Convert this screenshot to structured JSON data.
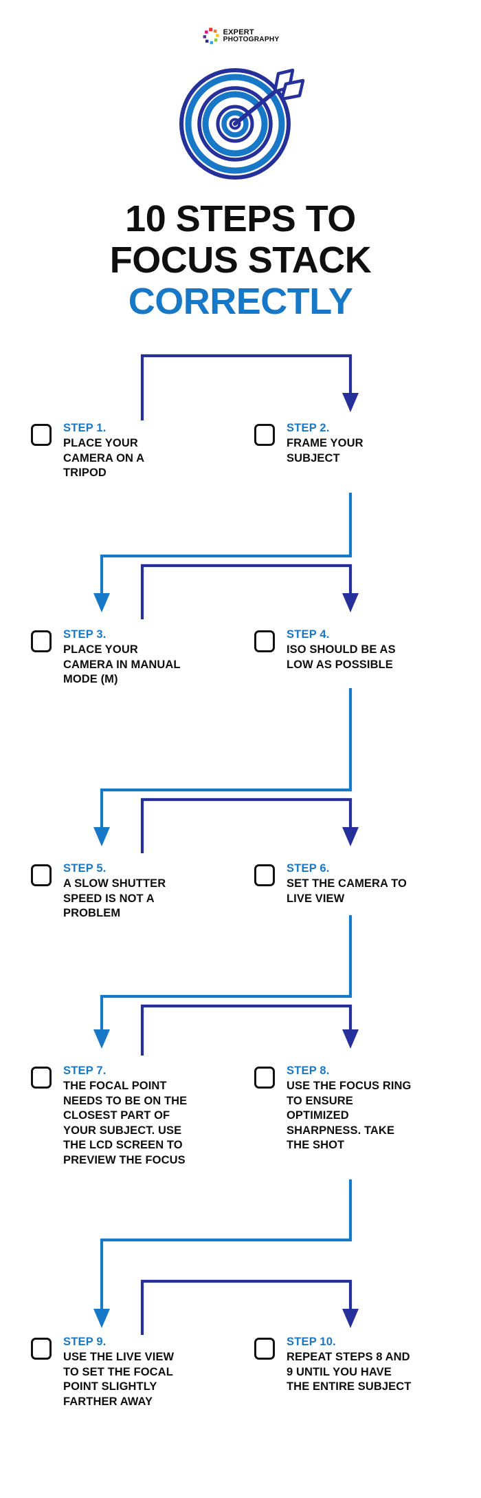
{
  "brand": {
    "name": "expert-photography-logo",
    "line1": "EXPERT",
    "line2": "PHOTOGRAPHY",
    "mark_icon": "colorful-dots-circle-icon"
  },
  "hero": {
    "icon": "target-bullseye-with-arrow-icon",
    "colors": {
      "ring_light": "#1878c8",
      "ring_dark": "#26309a"
    }
  },
  "title": {
    "line1": "10 STEPS TO",
    "line2": "FOCUS STACK",
    "line3": "CORRECTLY",
    "accent_color": "#1878c8",
    "base_color": "#100f0f"
  },
  "colors": {
    "accent_blue": "#1878c8",
    "navy": "#26309a",
    "black": "#0e0e0e",
    "background": "#ffffff"
  },
  "steps": [
    {
      "label": "STEP 1.",
      "text": "PLACE YOUR CAMERA ON A TRIPOD"
    },
    {
      "label": "STEP 2.",
      "text": "FRAME YOUR SUBJECT"
    },
    {
      "label": "STEP 3.",
      "text": "PLACE YOUR CAMERA IN MANUAL MODE (M)"
    },
    {
      "label": "STEP 4.",
      "text": "ISO SHOULD BE AS LOW AS POSSIBLE"
    },
    {
      "label": "STEP 5.",
      "text": "A SLOW SHUTTER SPEED IS NOT A PROBLEM"
    },
    {
      "label": "STEP 6.",
      "text": "SET THE CAMERA TO LIVE VIEW"
    },
    {
      "label": "STEP 7.",
      "text": "THE FOCAL POINT NEEDS TO BE ON THE CLOSEST PART OF YOUR SUBJECT. USE THE LCD SCREEN TO PREVIEW THE FOCUS"
    },
    {
      "label": "STEP 8.",
      "text": "USE THE FOCUS RING TO ENSURE OPTIMIZED SHARPNESS. TAKE THE SHOT"
    },
    {
      "label": "STEP 9.",
      "text": "USE THE LIVE VIEW TO SET THE FOCAL POINT SLIGHTLY FARTHER AWAY"
    },
    {
      "label": "STEP 10.",
      "text": "REPEAT STEPS 8 AND 9 UNTIL YOU HAVE THE ENTIRE SUBJECT"
    }
  ]
}
